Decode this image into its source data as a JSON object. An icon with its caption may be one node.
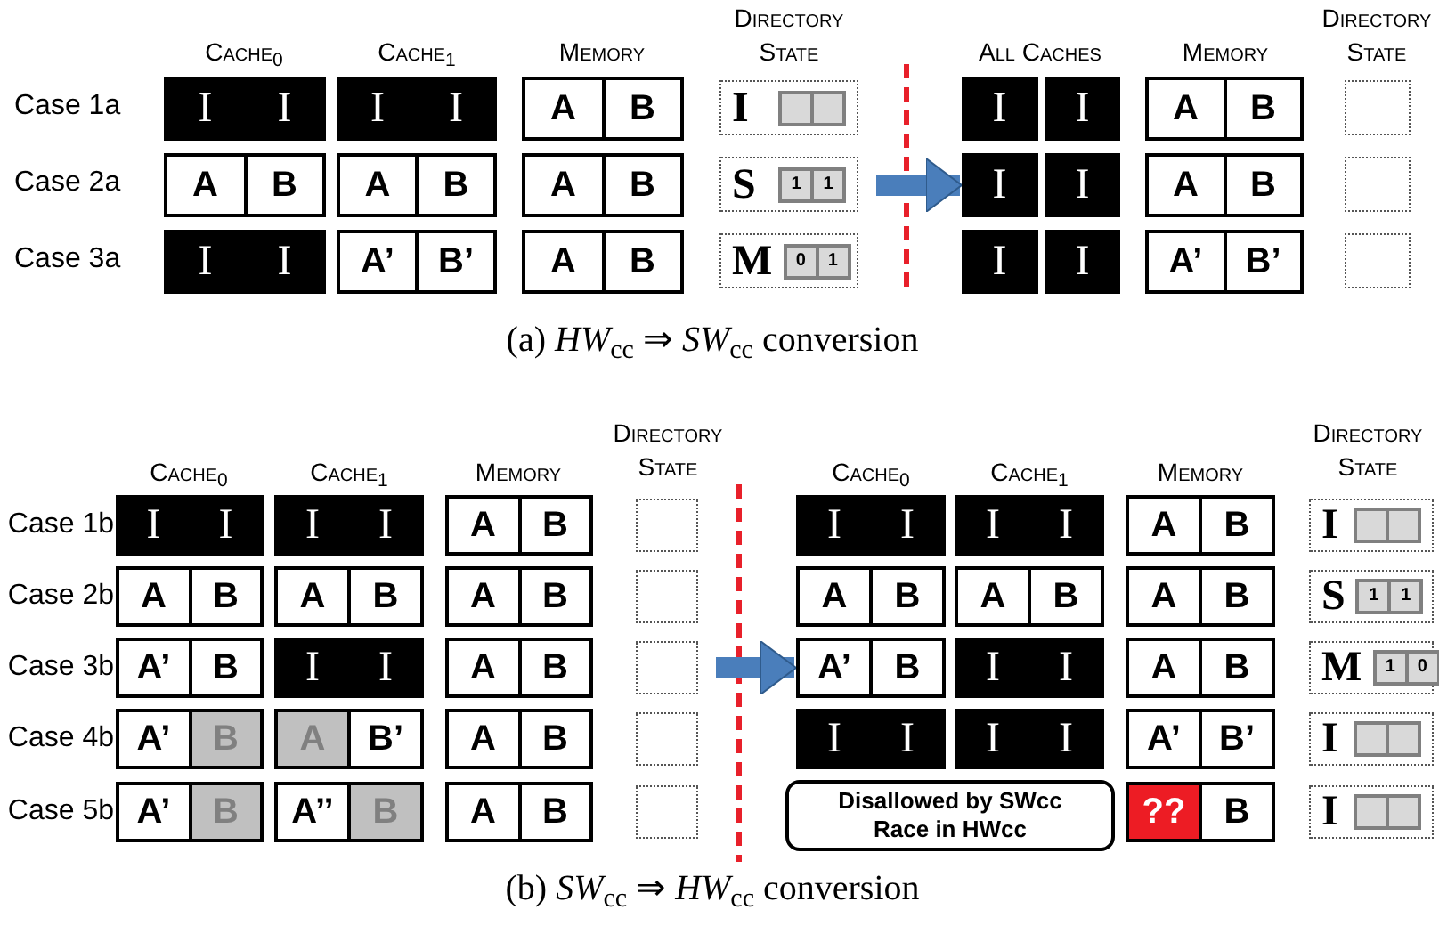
{
  "diagram": {
    "nodes": [
      {
        "text": [
          "I",
          "I"
        ]
      },
      {
        "text": [
          "I",
          "I"
        ]
      },
      {
        "text": [
          "A",
          "B"
        ]
      },
      {
        "text": [
          "I"
        ]
      },
      {
        "text": [
          "I",
          "I"
        ]
      },
      {
        "text": [
          "A",
          "B"
        ]
      },
      {
        "text": [],
        "shape": "box"
      },
      {
        "text": [
          "A",
          "B"
        ]
      },
      {
        "text": [
          "A",
          "B"
        ]
      },
      {
        "text": [
          "A",
          "B"
        ]
      },
      {
        "text": [
          "S",
          "1",
          "1"
        ]
      },
      {
        "text": [
          "I",
          "I"
        ]
      },
      {
        "text": [
          "A",
          "B"
        ]
      },
      {
        "text": [],
        "shape": "box"
      },
      {
        "text": [
          "I",
          "I"
        ]
      },
      {
        "text": [
          "A’",
          "B’"
        ]
      },
      {
        "text": [
          "A",
          "B"
        ]
      },
      {
        "text": [
          "M",
          "0",
          "1"
        ]
      },
      {
        "text": [
          "I",
          "I"
        ]
      },
      {
        "text": [
          "A’",
          "B’"
        ]
      },
      {
        "text": [],
        "shape": "box"
      },
      {
        "text": [
          "I",
          "I"
        ]
      },
      {
        "text": [
          "I",
          "I"
        ]
      },
      {
        "text": [
          "A",
          "B"
        ]
      },
      {
        "text": [],
        "shape": "box"
      },
      {
        "text": [
          "I",
          "I"
        ]
      },
      {
        "text": [
          "I",
          "I"
        ]
      },
      {
        "text": [
          "A",
          "B"
        ]
      },
      {
        "text": [
          "I"
        ]
      },
      {
        "text": [
          "A",
          "B"
        ]
      },
      {
        "text": [
          "A",
          "B"
        ]
      },
      {
        "text": [
          "A",
          "B"
        ]
      },
      {
        "text": [],
        "shape": "box"
      },
      {
        "text": [
          "A",
          "B"
        ]
      },
      {
        "text": [
          "A",
          "B"
        ]
      },
      {
        "text": [
          "A",
          "B"
        ]
      },
      {
        "text": [
          "S",
          "1",
          "1"
        ]
      },
      {
        "text": [
          "A’",
          "B"
        ]
      },
      {
        "text": [
          "I",
          "I"
        ]
      },
      {
        "text": [
          "A",
          "B"
        ]
      },
      {
        "text": [],
        "shape": "box"
      },
      {
        "text": [
          "A’",
          "B"
        ]
      },
      {
        "text": [
          "I",
          "I"
        ]
      },
      {
        "text": [
          "A",
          "B"
        ]
      },
      {
        "text": [
          "M",
          "1",
          "0"
        ]
      },
      {
        "text": [
          "A’",
          "B"
        ]
      },
      {
        "text": [
          "A",
          "B’"
        ]
      },
      {
        "text": [
          "A",
          "B"
        ]
      },
      {
        "text": [],
        "shape": "box"
      },
      {
        "text": [
          "I",
          "I"
        ]
      },
      {
        "text": [
          "I",
          "I"
        ]
      },
      {
        "text": [
          "A’",
          "B’"
        ]
      },
      {
        "text": [
          "I"
        ]
      },
      {
        "text": [
          "A’",
          "B"
        ]
      },
      {
        "text": [
          "A’’",
          "B"
        ]
      },
      {
        "text": [
          "A",
          "B"
        ]
      },
      {
        "text": [],
        "shape": "box"
      },
      {
        "text": [
          "Disallowed by SWcc",
          "Race in HWcc"
        ]
      },
      {
        "text": [
          "??",
          "B"
        ]
      },
      {
        "text": [
          "I"
        ]
      }
    ],
    "edges": [
      {
        "from": 10,
        "to": 11,
        "arrow": "to",
        "color": "#4a7ebb"
      },
      {
        "from": 40,
        "to": 41,
        "arrow": "to",
        "color": "#4a7ebb"
      }
    ],
    "labels": [
      "Cache$_{0}$",
      "Cache$_{1}$",
      "Memory",
      "Directory State",
      "All Caches",
      "Memory",
      "Directory State",
      "Case 1a",
      "Case 2a",
      "Case 3a",
      "(a) *HW*$_{cc}$ ⇒ *SW*$_{cc}$ conversion",
      "Cache$_{0}$",
      "Cache$_{1}$",
      "Memory",
      "Directory State",
      "Cache$_{0}$",
      "Cache$_{1}$",
      "Memory",
      "Directory State",
      "Case 1b",
      "Case 2b",
      "Case 3b",
      "Case 4b",
      "Case 5b",
      "(b) *SW*$_{cc}$ ⇒ *HW*$_{cc}$ conversion"
    ]
  }
}
